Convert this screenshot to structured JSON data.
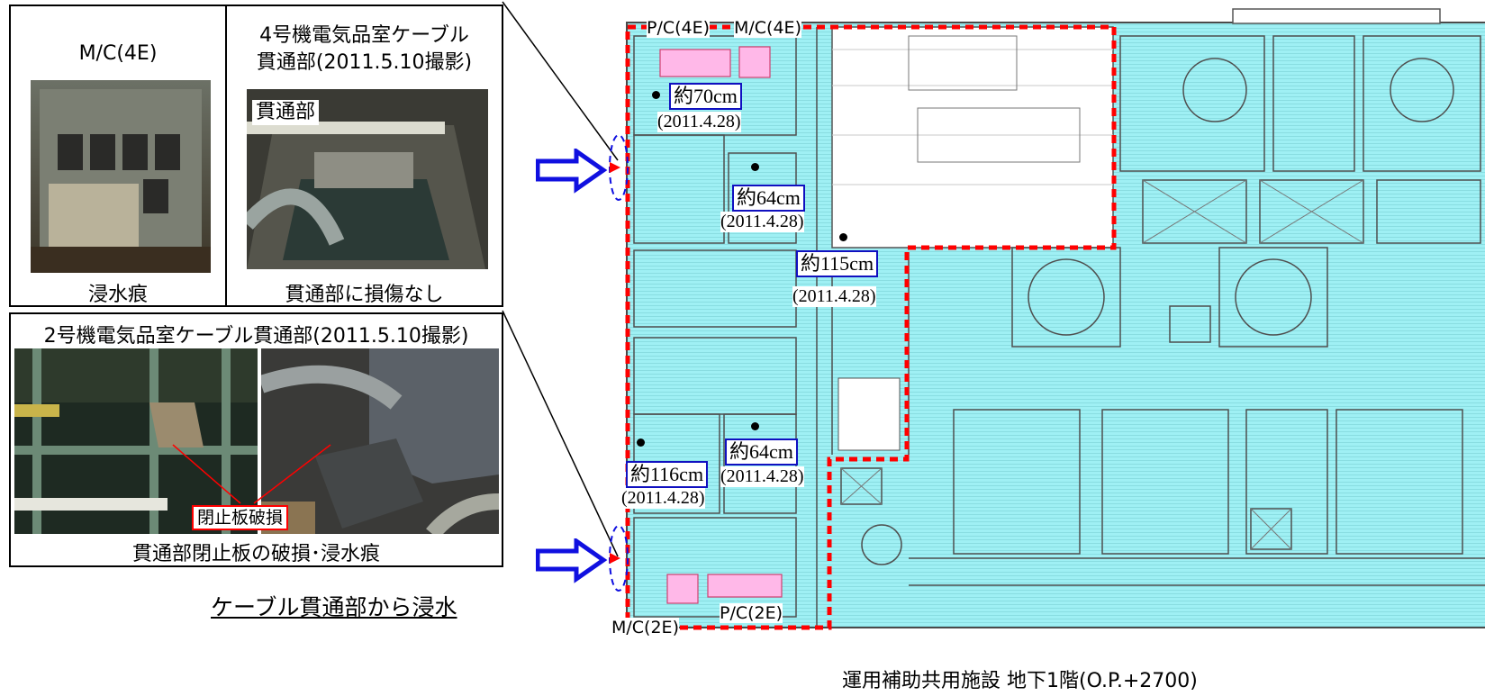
{
  "photos": {
    "mc4e": {
      "title": "M/C(4E)",
      "caption": "浸水痕"
    },
    "unit4": {
      "title_line1": "4号機電気品室ケーブル",
      "title_line2": "貫通部(2011.5.10撮影)",
      "tag": "貫通部",
      "caption": "貫通部に損傷なし"
    },
    "unit2": {
      "title": "2号機電気品室ケーブル貫通部(2011.5.10撮影)",
      "damage_tag": "閉止板破損",
      "caption": "貫通部閉止板の破損･浸水痕"
    }
  },
  "headline": "ケーブル貫通部から浸水",
  "plan": {
    "labels": {
      "pc4e": "P/C(4E)",
      "mc4e": "M/C(4E)",
      "mc2e": "M/C(2E)",
      "pc2e": "P/C(2E)"
    },
    "caption": "運用補助共用施設 地下1階(O.P.+2700)",
    "levels": [
      {
        "value": "約70cm",
        "date": "(2011.4.28)"
      },
      {
        "value": "約64cm",
        "date": "(2011.4.28)"
      },
      {
        "value": "約115cm",
        "date": "(2011.4.28)"
      },
      {
        "value": "約116cm",
        "date": "(2011.4.28)"
      },
      {
        "value": "約64cm",
        "date": "(2011.4.28)"
      }
    ]
  },
  "colors": {
    "flood": "#9ff0f4",
    "dash": "#ff0000",
    "arrow": "#1010e0",
    "equipment": "#ffb8e8",
    "level_box": "#1010c0"
  }
}
